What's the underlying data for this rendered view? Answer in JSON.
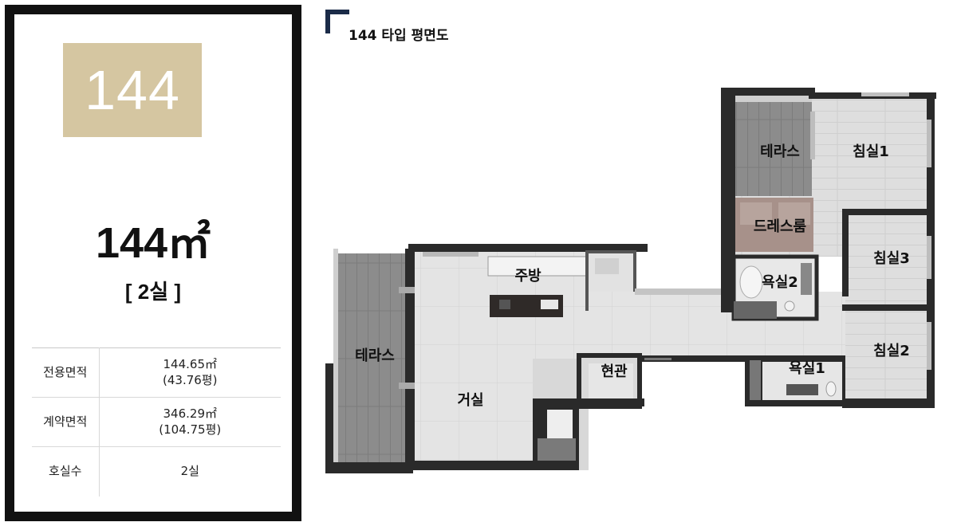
{
  "panel": {
    "type_number": "144",
    "area_headline": "144㎡",
    "rooms_headline": "[ 2실 ]",
    "specs": [
      {
        "label": "전용면적",
        "value_line1": "144.65㎡",
        "value_line2": "(43.76평)"
      },
      {
        "label": "계약면적",
        "value_line1": "346.29㎡",
        "value_line2": "(104.75평)"
      },
      {
        "label": "호실수",
        "value_line1": "2실",
        "value_line2": ""
      }
    ]
  },
  "plan": {
    "title": "144 타입 평면도",
    "rooms": {
      "terrace_left": "테라스",
      "living": "거실",
      "kitchen": "주방",
      "entrance": "현관",
      "terrace_top": "테라스",
      "bedroom1": "침실1",
      "dressroom": "드레스룸",
      "bath2": "욕실2",
      "bedroom3": "침실3",
      "bath1": "욕실1",
      "bedroom2": "침실2"
    }
  },
  "colors": {
    "badge": "#d5c6a1",
    "title_mark": "#1b2b48",
    "wall": "#2a2a2a",
    "floor_light": "#dcdcdc",
    "terrace": "#8e8e8e",
    "wood": "#a7918a"
  }
}
